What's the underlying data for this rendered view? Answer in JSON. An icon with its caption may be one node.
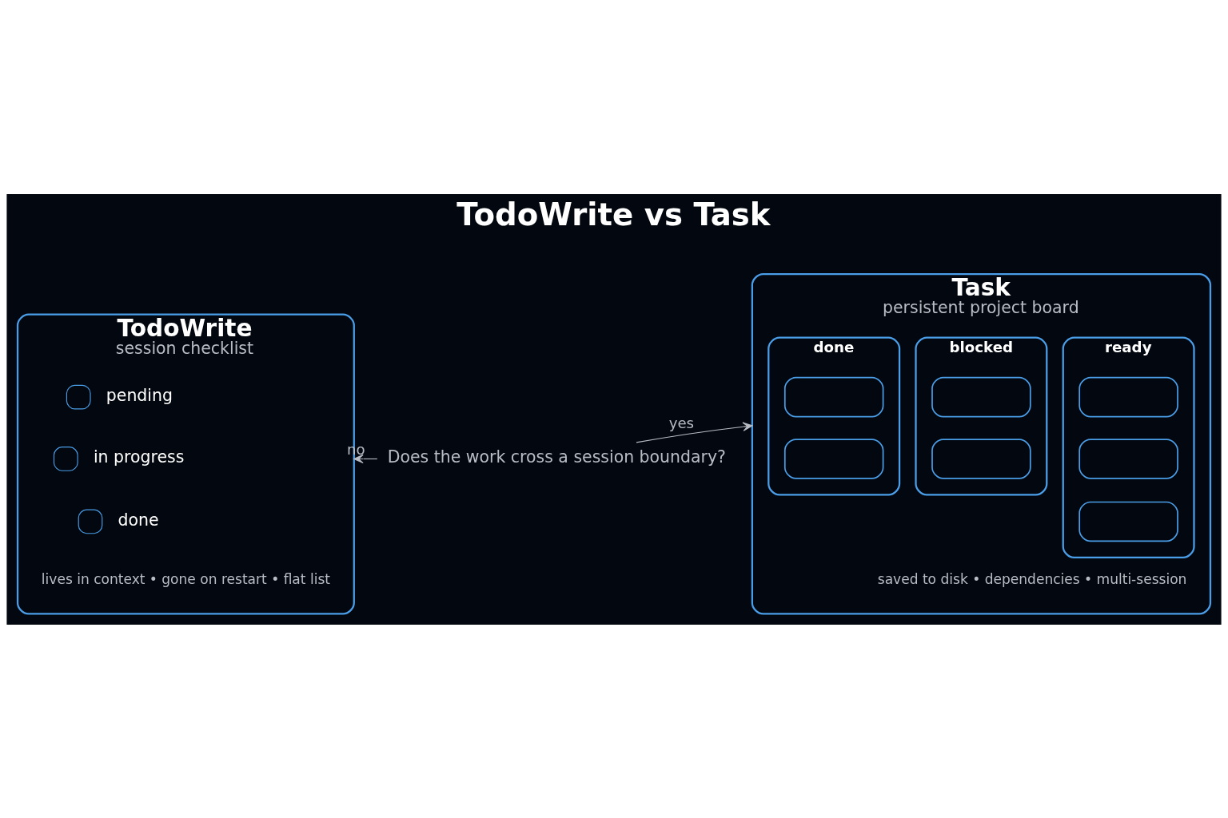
{
  "diagram": {
    "title": "TodoWrite vs Task",
    "nodes": [
      {
        "text": [
          "TodoWrite",
          "session checklist",
          "lives in context • gone on restart • flat list"
        ]
      },
      {
        "text": [],
        "shape": "box",
        "in": 0,
        "beside": [
          "pending"
        ]
      },
      {
        "text": [],
        "shape": "box",
        "in": 0,
        "beside": [
          "in progress"
        ]
      },
      {
        "text": [],
        "shape": "box",
        "in": 0,
        "beside": [
          "done"
        ]
      },
      {
        "text": [
          "Does the work cross a session boundary?"
        ]
      },
      {
        "text": [
          "Task",
          "persistent project board",
          "saved to disk • dependencies • multi-session"
        ]
      },
      {
        "text": [
          "blocked"
        ],
        "in": 5
      },
      {
        "text": [],
        "shape": "box",
        "in": 6
      },
      {
        "text": [],
        "shape": "box",
        "in": 6
      },
      {
        "text": [
          "ready"
        ],
        "in": 5
      },
      {
        "text": [],
        "shape": "box",
        "in": 9
      },
      {
        "text": [],
        "shape": "box",
        "in": 9
      },
      {
        "text": [],
        "shape": "box",
        "in": 9
      },
      {
        "text": [
          "done"
        ],
        "in": 5
      },
      {
        "text": [],
        "shape": "box",
        "in": 13
      },
      {
        "text": [],
        "shape": "box",
        "in": 13
      }
    ],
    "edges": [
      {
        "from": 4,
        "to": 0,
        "arrow": "to",
        "label": "no"
      },
      {
        "from": 4,
        "to": 5,
        "arrow": "to",
        "label": "yes"
      }
    ]
  }
}
